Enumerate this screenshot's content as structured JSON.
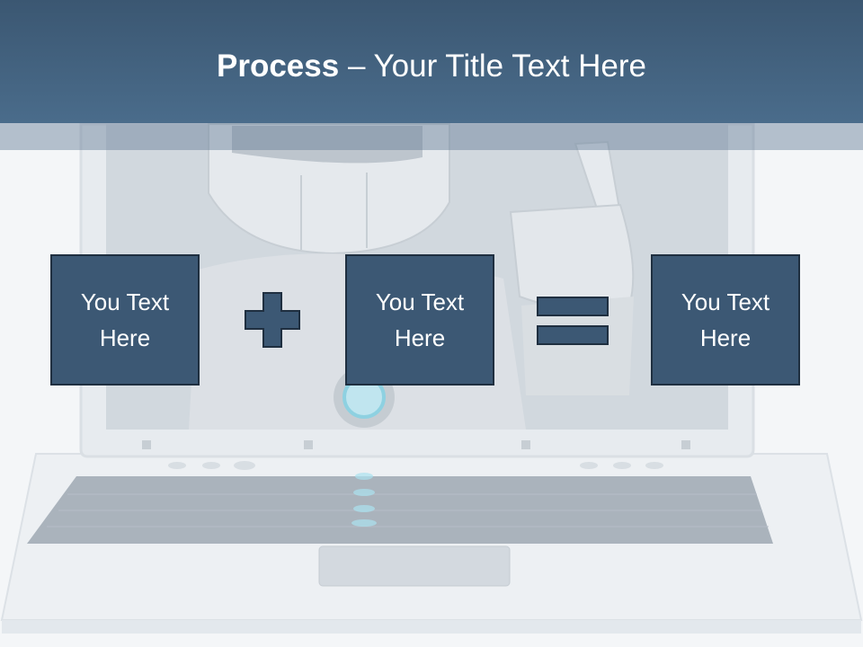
{
  "slide": {
    "title_bold": "Process",
    "title_rest": " – Your Title Text Here",
    "boxes": [
      {
        "line1": "You Text",
        "line2": "Here"
      },
      {
        "line1": "You Text",
        "line2": "Here"
      },
      {
        "line1": "You Text",
        "line2": "Here"
      }
    ],
    "operators": [
      "plus-icon",
      "equals-icon"
    ]
  },
  "colors": {
    "title_bar": "#3f5d7a",
    "box_fill": "#3c5874",
    "box_border": "#1f2f40",
    "text": "#ffffff"
  }
}
